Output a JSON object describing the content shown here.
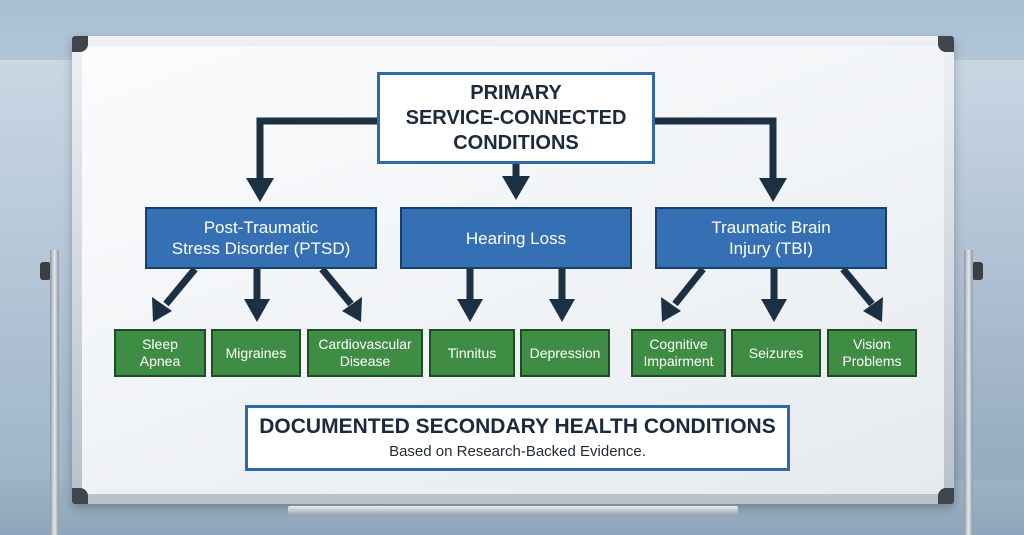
{
  "primary": {
    "line1": "PRIMARY",
    "line2": "SERVICE-CONNECTED",
    "line3": "CONDITIONS"
  },
  "conditions": [
    {
      "label_lines": [
        "Post-Traumatic",
        "Stress Disorder (PTSD)"
      ],
      "secondary": [
        {
          "lines": [
            "Sleep",
            "Apnea"
          ]
        },
        {
          "lines": [
            "Migraines"
          ]
        },
        {
          "lines": [
            "Cardiovascular",
            "Disease"
          ]
        }
      ]
    },
    {
      "label_lines": [
        "Hearing Loss"
      ],
      "secondary": [
        {
          "lines": [
            "Tinnitus"
          ]
        },
        {
          "lines": [
            "Depression"
          ]
        }
      ]
    },
    {
      "label_lines": [
        "Traumatic Brain",
        "Injury (TBI)"
      ],
      "secondary": [
        {
          "lines": [
            "Cognitive",
            "Impairment"
          ]
        },
        {
          "lines": [
            "Seizures"
          ]
        },
        {
          "lines": [
            "Vision",
            "Problems"
          ]
        }
      ]
    }
  ],
  "footer": {
    "title": "DOCUMENTED SECONDARY HEALTH CONDITIONS",
    "subtitle": "Based on Research-Backed Evidence."
  },
  "colors": {
    "primary_border": "#2f6aa5",
    "mid_fill": "#3470b3",
    "leaf_fill": "#3f8d44",
    "arrow": "#1c3044"
  }
}
